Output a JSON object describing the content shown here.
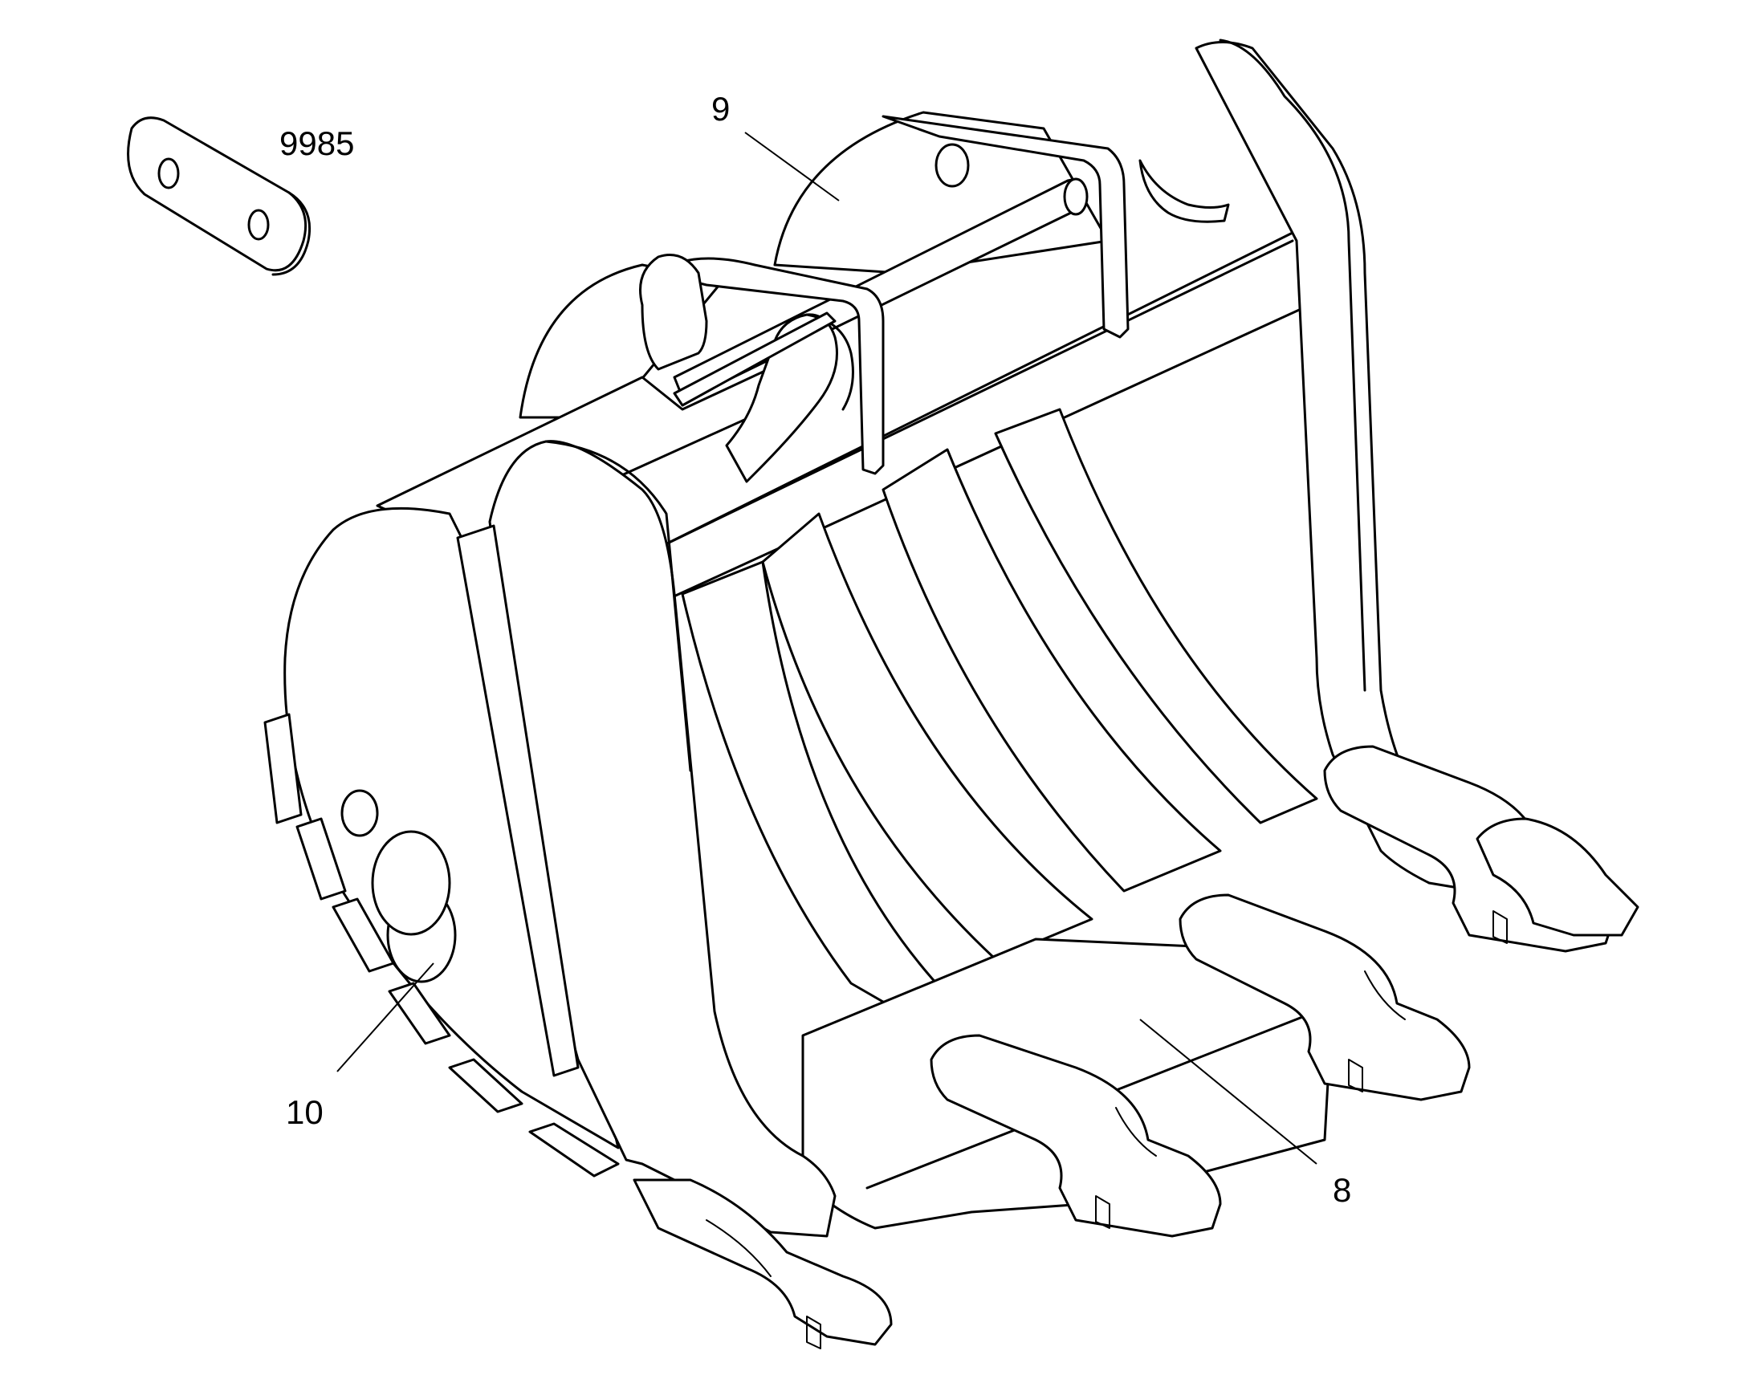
{
  "callouts": {
    "part_9985": "9985",
    "part_9": "9",
    "part_10": "10",
    "part_8": "8"
  },
  "colors": {
    "line": "#000000",
    "background": "#ffffff"
  }
}
